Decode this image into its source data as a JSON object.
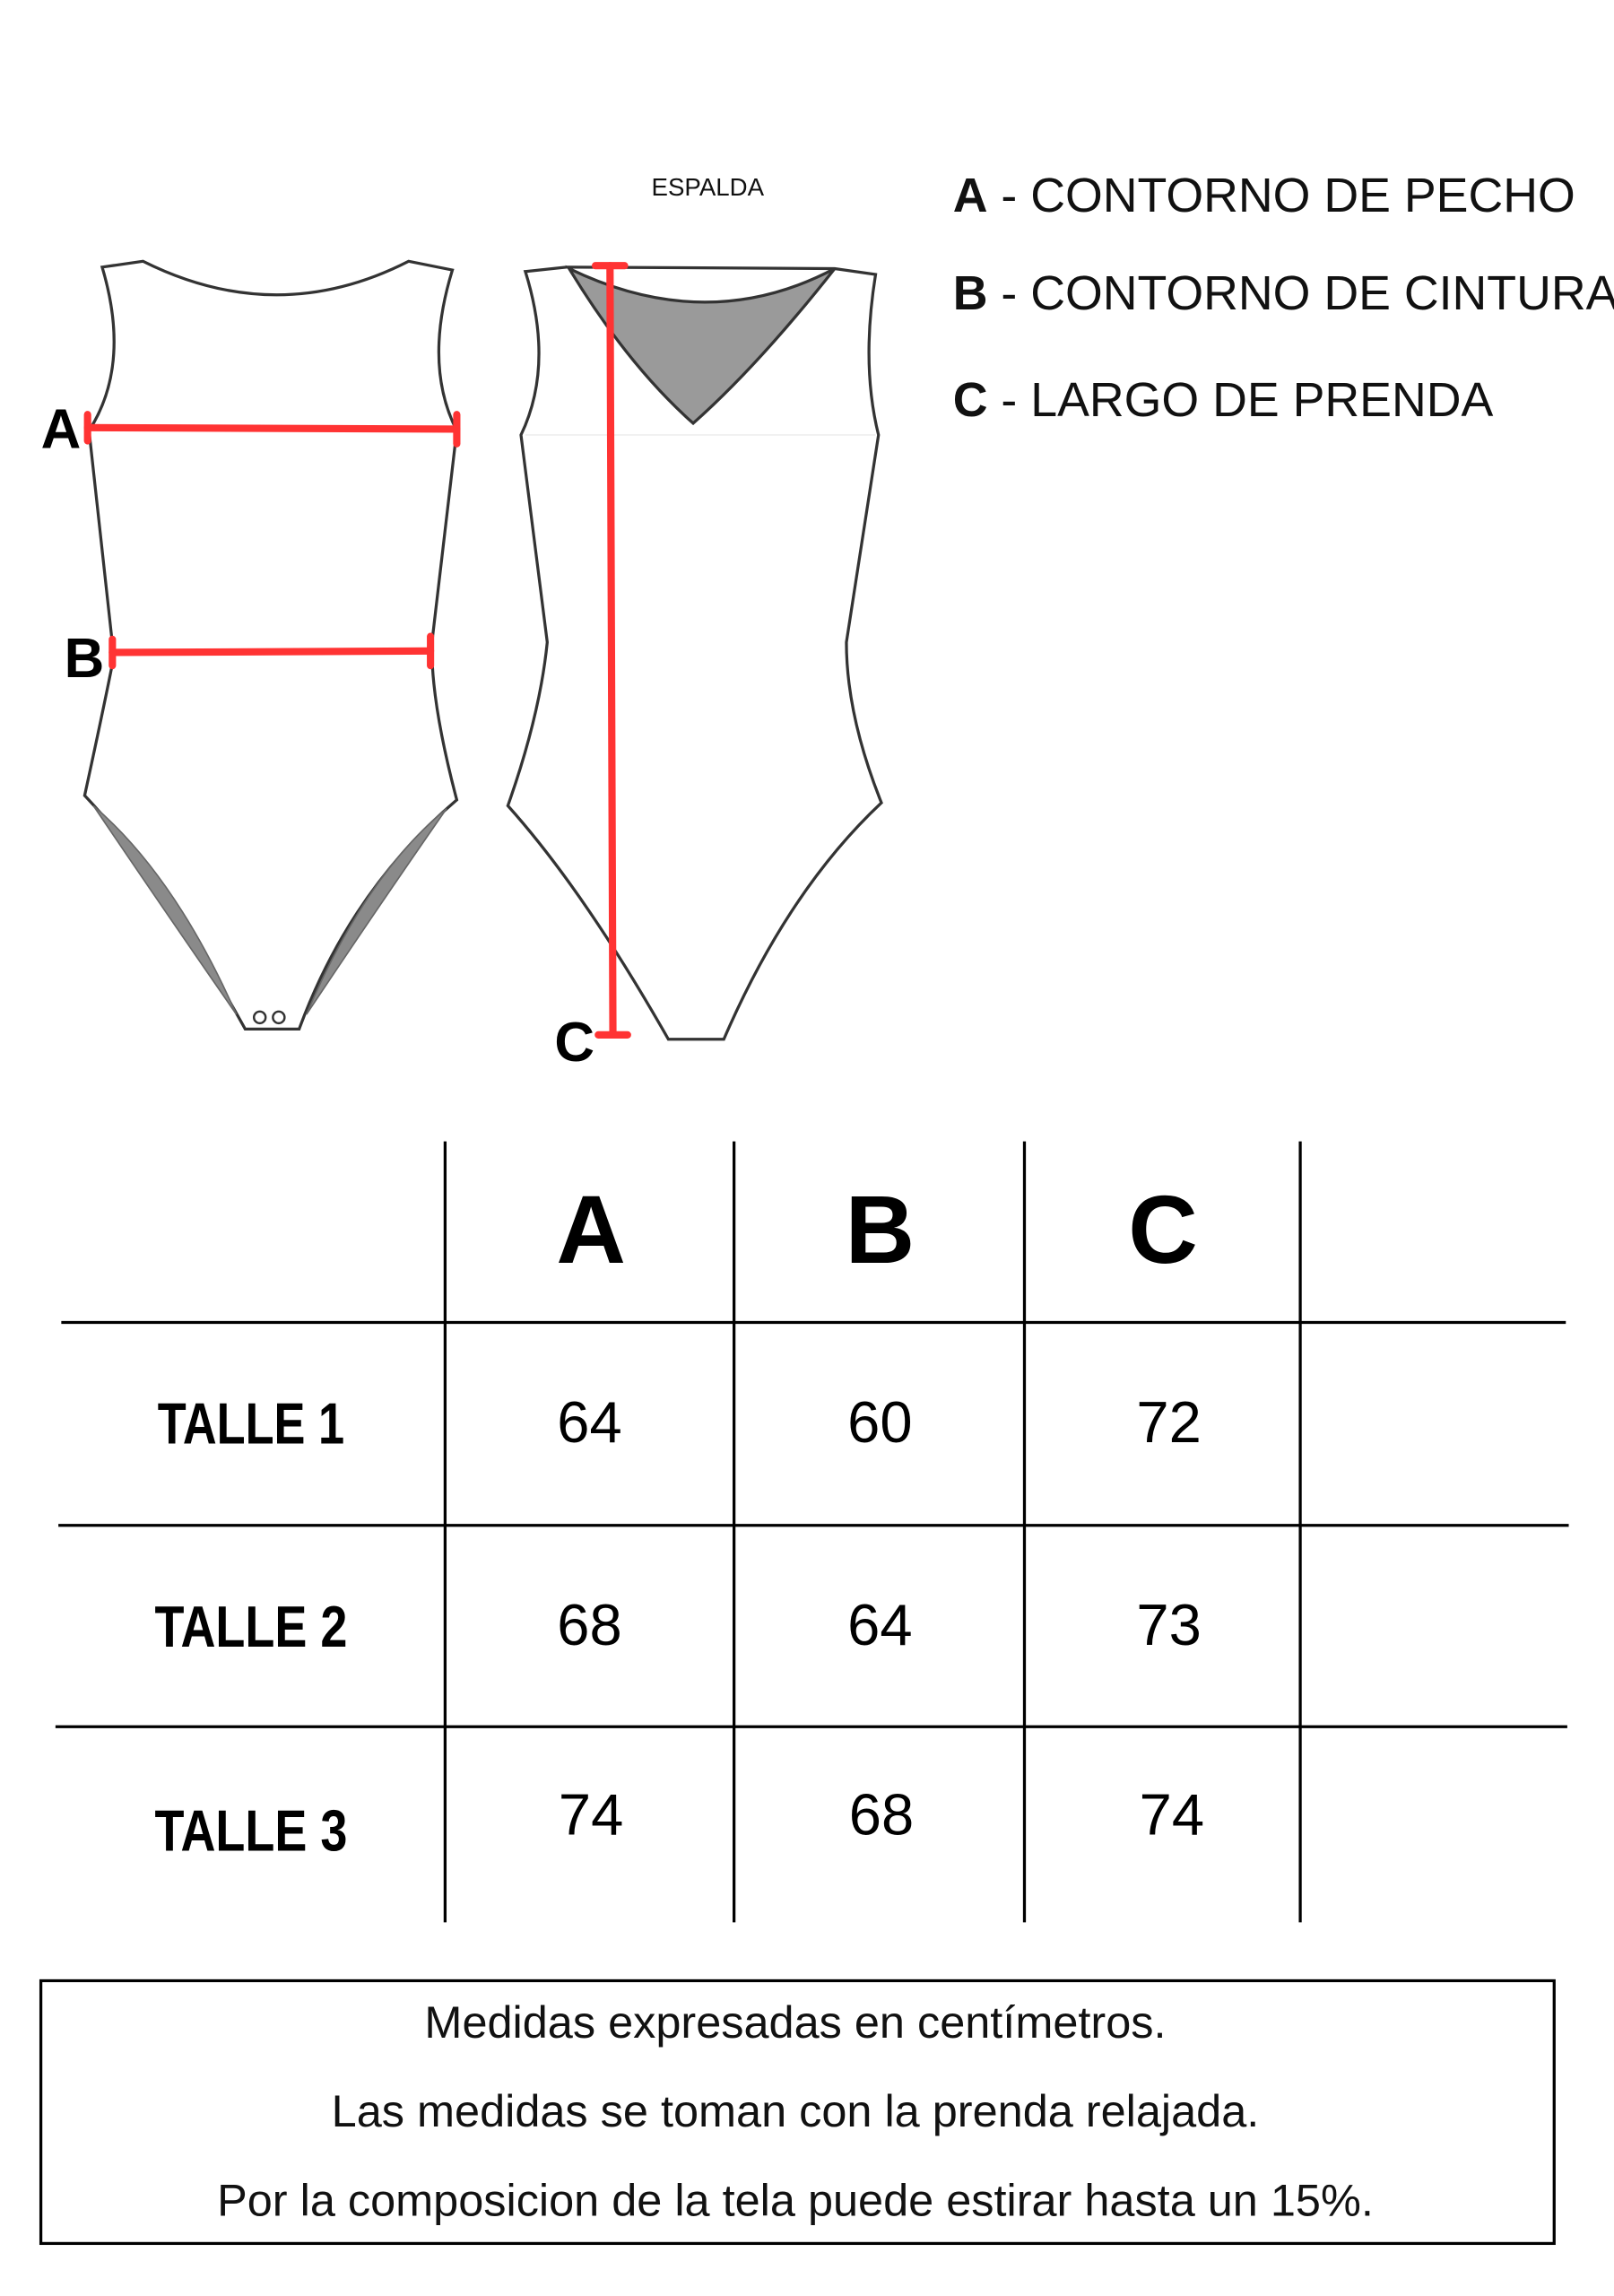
{
  "diagram": {
    "back_label": "ESPALDA",
    "markers": {
      "a": "A",
      "b": "B",
      "c": "C"
    },
    "legend": [
      {
        "letter": "A",
        "text": " - CONTORNO DE PECHO"
      },
      {
        "letter": "B",
        "text": " - CONTORNO DE CINTURA"
      },
      {
        "letter": "C",
        "text": " - LARGO DE PRENDA"
      }
    ],
    "colors": {
      "measure_line": "#ff3333",
      "lining": "#9a9a9a"
    }
  },
  "table": {
    "headers": [
      "A",
      "B",
      "C"
    ],
    "rows": [
      {
        "label": "TALLE 1",
        "values": [
          "64",
          "60",
          "72"
        ]
      },
      {
        "label": "TALLE 2",
        "values": [
          "68",
          "64",
          "73"
        ]
      },
      {
        "label": "TALLE 3",
        "values": [
          "74",
          "68",
          "74"
        ]
      }
    ]
  },
  "notes": [
    "Medidas expresadas en centímetros.",
    "Las medidas se toman con la prenda relajada.",
    "Por la composicion de la tela puede estirar hasta un 15%."
  ]
}
